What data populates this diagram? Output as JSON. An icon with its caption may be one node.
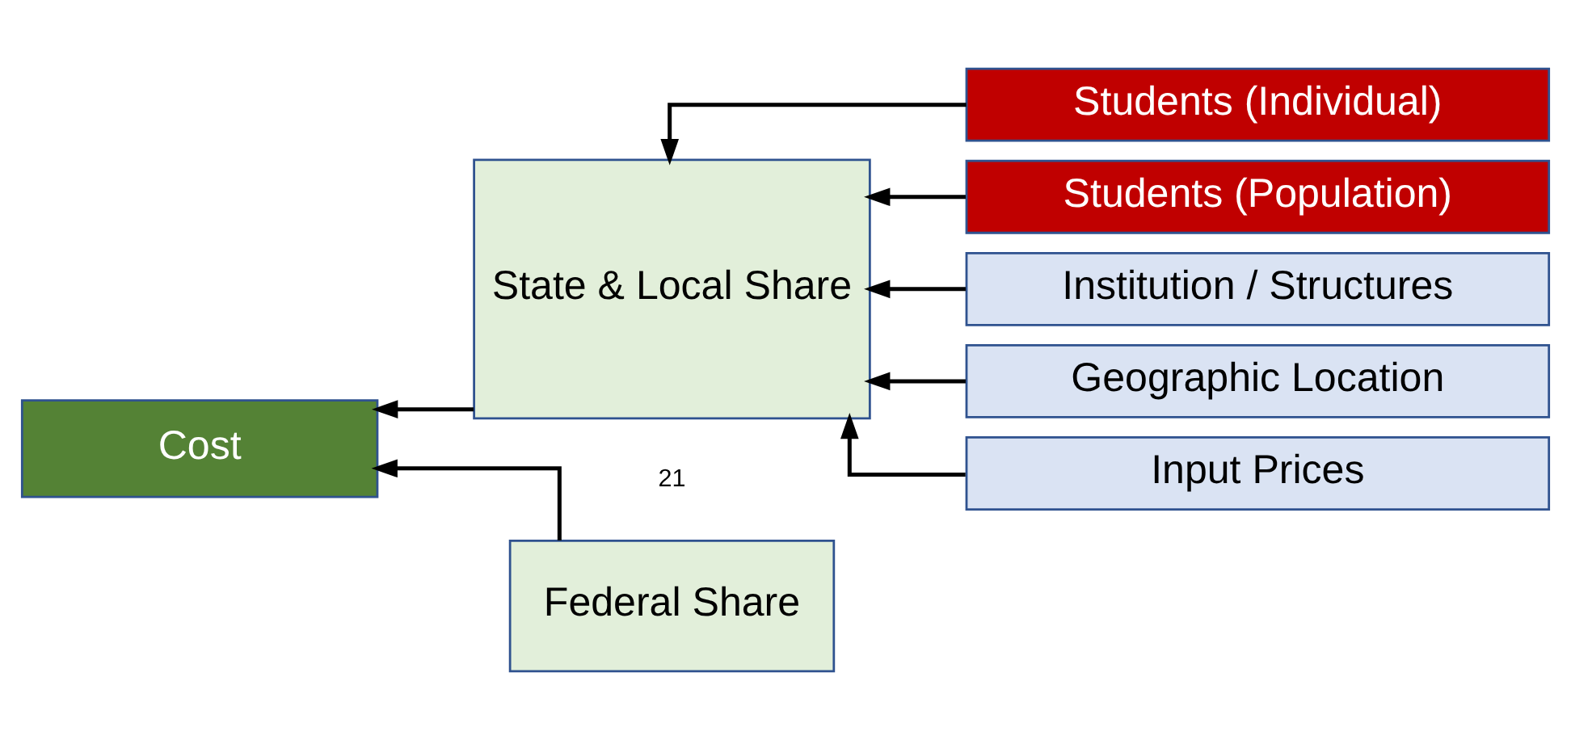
{
  "diagram": {
    "nodes": [
      {
        "text": [
          "Cost"
        ]
      },
      {
        "text": [
          "State & Local Share"
        ]
      },
      {
        "text": [
          "Federal Share"
        ]
      },
      {
        "text": [
          "Students (Individual)"
        ]
      },
      {
        "text": [
          "Students (Population)"
        ]
      },
      {
        "text": [
          "Institution / Structures"
        ]
      },
      {
        "text": [
          "Geographic Location"
        ]
      },
      {
        "text": [
          "Input Prices"
        ]
      }
    ],
    "edges": [
      {
        "from": 1,
        "to": 0,
        "arrow": "to"
      },
      {
        "from": 2,
        "to": 0,
        "arrow": "to"
      },
      {
        "from": 3,
        "to": 1,
        "arrow": "to"
      },
      {
        "from": 4,
        "to": 1,
        "arrow": "to"
      },
      {
        "from": 5,
        "to": 1,
        "arrow": "to"
      },
      {
        "from": 6,
        "to": 1,
        "arrow": "to"
      },
      {
        "from": 7,
        "to": 1,
        "arrow": "to"
      }
    ],
    "labels": [
      "21"
    ]
  }
}
